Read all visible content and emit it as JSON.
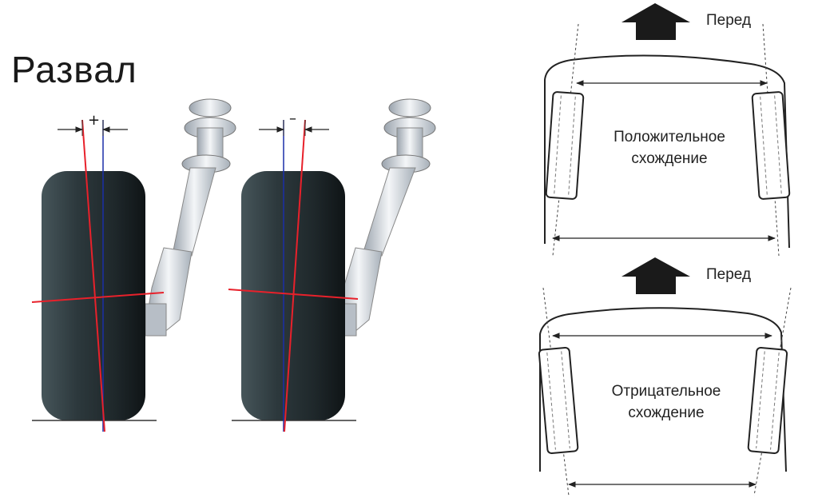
{
  "camber": {
    "title": "Развал",
    "positive_sign": "+",
    "negative_sign": "–"
  },
  "toe_positive": {
    "front_label": "Перед",
    "caption_line1": "Положительное",
    "caption_line2": "схождение"
  },
  "toe_negative": {
    "front_label": "Перед",
    "caption_line1": "Отрицательное",
    "caption_line2": "схождение"
  },
  "colors": {
    "camber_line": "#e8212b",
    "vertical_line": "#1a2fa8",
    "tire": "#243034",
    "strut": "#d9dee4",
    "outline": "#222222"
  }
}
